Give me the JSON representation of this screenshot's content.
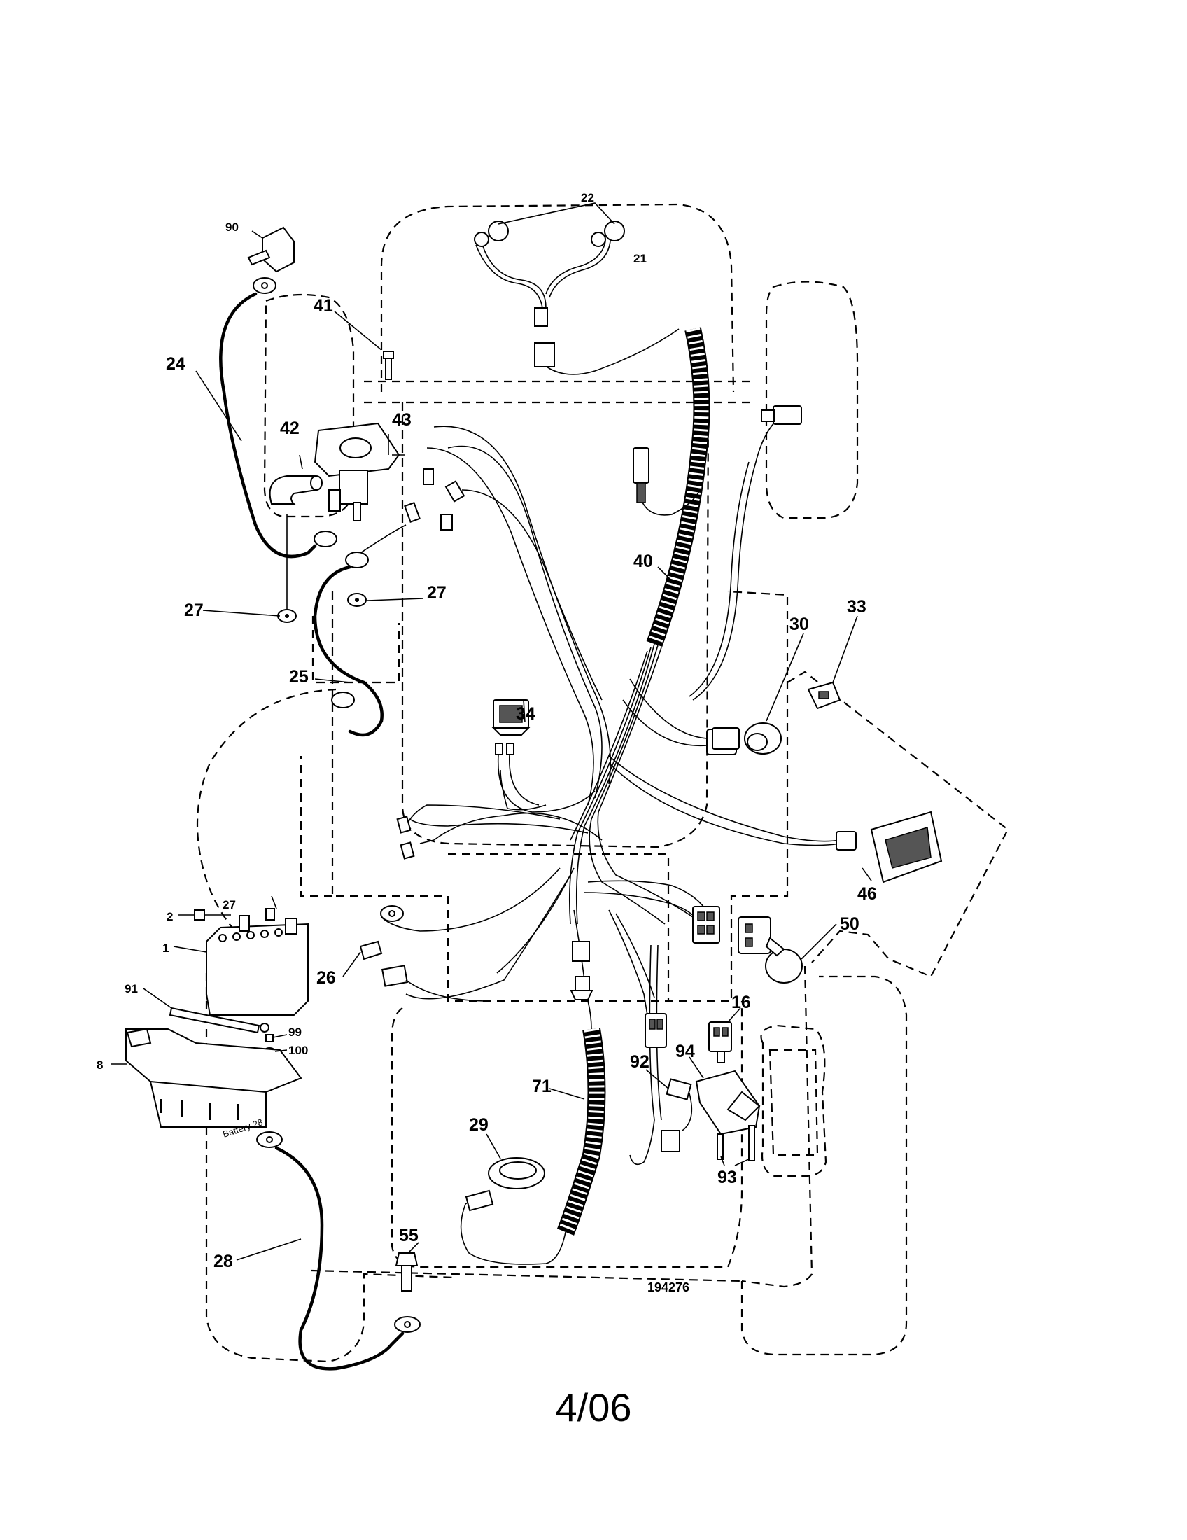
{
  "callouts": [
    {
      "id": "c22",
      "text": "22"
    },
    {
      "id": "c21",
      "text": "21"
    },
    {
      "id": "c90",
      "text": "90"
    },
    {
      "id": "c41",
      "text": "41"
    },
    {
      "id": "c24",
      "text": "24"
    },
    {
      "id": "c42",
      "text": "42"
    },
    {
      "id": "c43",
      "text": "43"
    },
    {
      "id": "c40",
      "text": "40"
    },
    {
      "id": "c27a",
      "text": "27"
    },
    {
      "id": "c27b",
      "text": "27"
    },
    {
      "id": "c33",
      "text": "33"
    },
    {
      "id": "c30",
      "text": "30"
    },
    {
      "id": "c25",
      "text": "25"
    },
    {
      "id": "c34",
      "text": "34"
    },
    {
      "id": "c46",
      "text": "46"
    },
    {
      "id": "c2",
      "text": "2"
    },
    {
      "id": "c27c",
      "text": "27"
    },
    {
      "id": "c1",
      "text": "1"
    },
    {
      "id": "c50",
      "text": "50"
    },
    {
      "id": "c26",
      "text": "26"
    },
    {
      "id": "c91",
      "text": "91"
    },
    {
      "id": "c99",
      "text": "99"
    },
    {
      "id": "c100",
      "text": "100"
    },
    {
      "id": "c16",
      "text": "16"
    },
    {
      "id": "c8",
      "text": "8"
    },
    {
      "id": "c92",
      "text": "92"
    },
    {
      "id": "c94",
      "text": "94"
    },
    {
      "id": "c71",
      "text": "71"
    },
    {
      "id": "c29",
      "text": "29"
    },
    {
      "id": "c93",
      "text": "93"
    },
    {
      "id": "c55",
      "text": "55"
    },
    {
      "id": "c28",
      "text": "28"
    }
  ],
  "battery_label": "Battery 28",
  "diagram_code": "194276",
  "page_label": "4/06"
}
